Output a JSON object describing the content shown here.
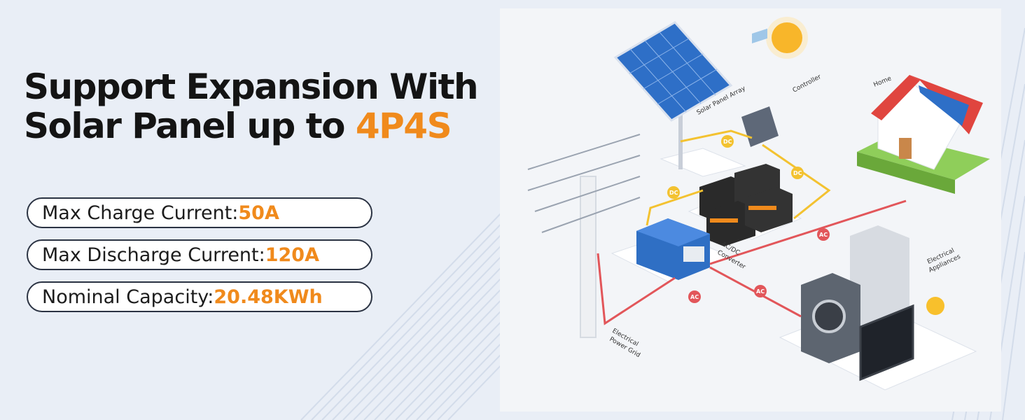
{
  "headline": {
    "line1": "Support Expansion With",
    "line2": "Solar  Panel up to ",
    "accent": "4P4S"
  },
  "specs": [
    {
      "label": "Max Charge Current:",
      "value": "50A"
    },
    {
      "label": "Max Discharge Current:",
      "value": "120A"
    },
    {
      "label": "Nominal Capacity:",
      "value": "20.48KWh"
    }
  ],
  "diagram": {
    "labels": {
      "solar_panel_array": "Solar Panel Array",
      "controller": "Controller",
      "home": "Home",
      "converter_line1": "AC/DC",
      "converter_line2": "Converter",
      "appliances_line1": "Electrical",
      "appliances_line2": "Appliances",
      "grid_line1": "Electrical",
      "grid_line2": "Power Grid"
    },
    "badges": {
      "dc": "DC",
      "ac": "AC"
    },
    "colors": {
      "dc_line": "#f3c230",
      "ac_line": "#e2565a",
      "accent": "#f08a1c",
      "panel": "#2e6fc7"
    }
  }
}
